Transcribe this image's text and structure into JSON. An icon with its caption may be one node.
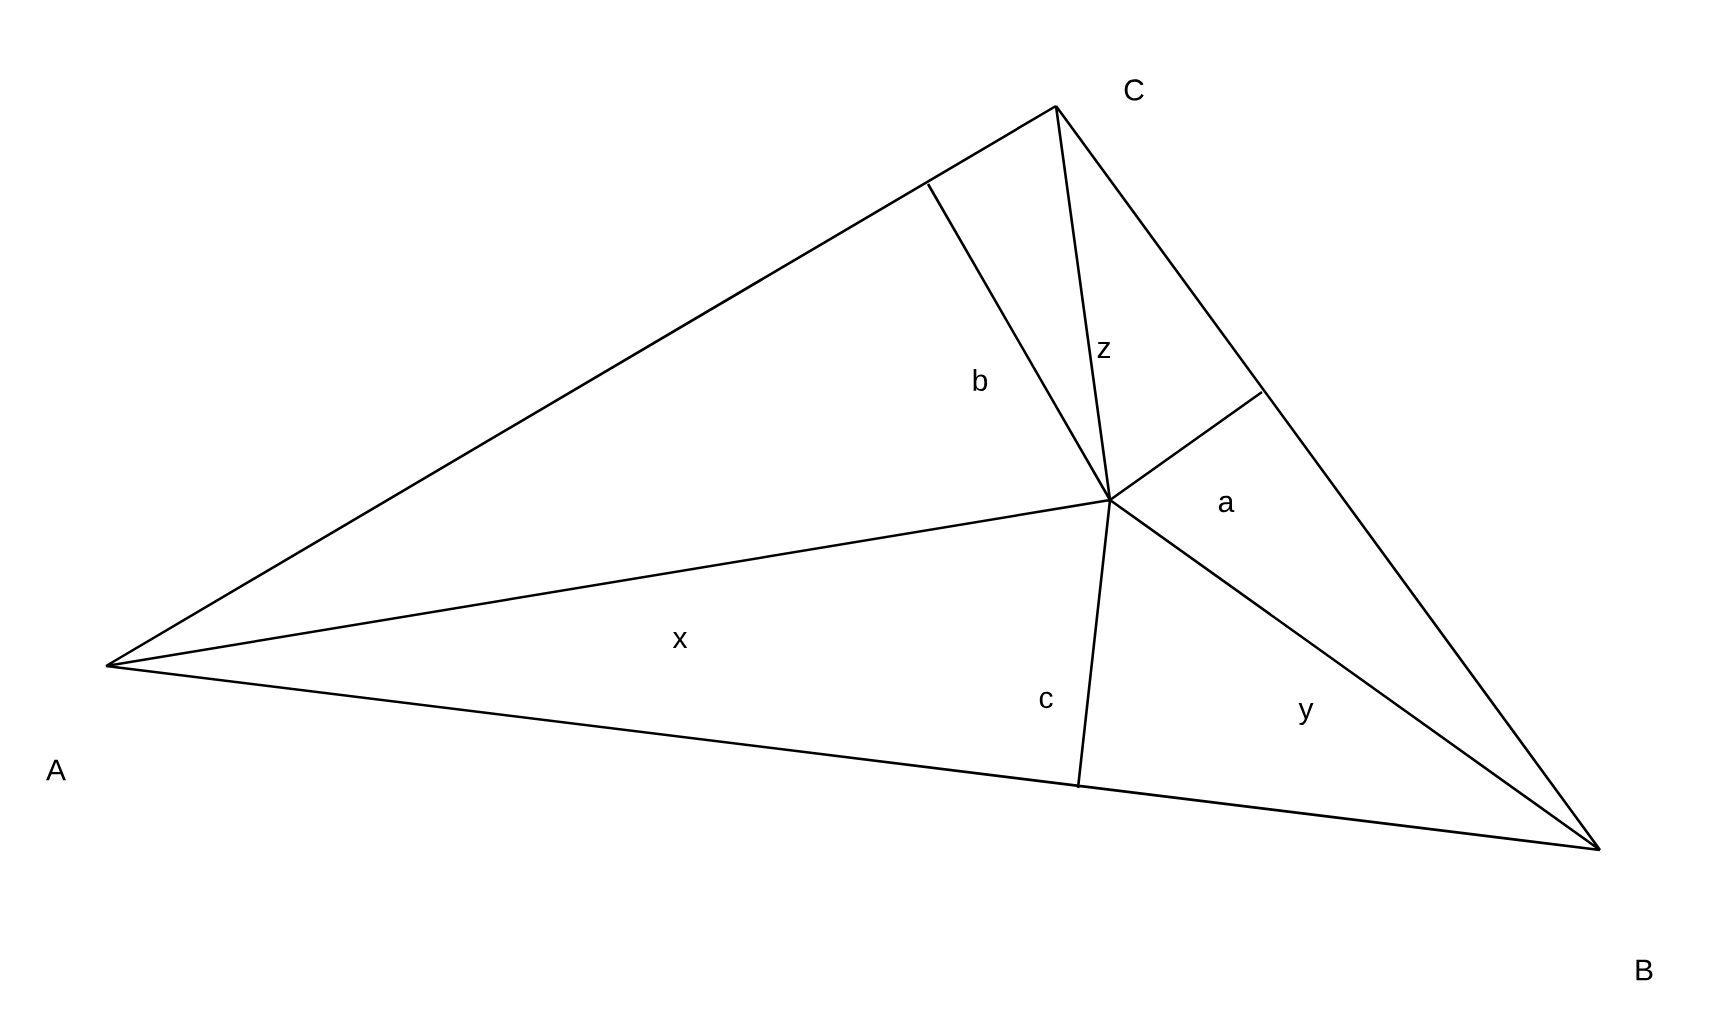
{
  "diagram": {
    "labels": [
      "C",
      "z",
      "b",
      "a",
      "x",
      "c",
      "A",
      "y",
      "B"
    ]
  }
}
